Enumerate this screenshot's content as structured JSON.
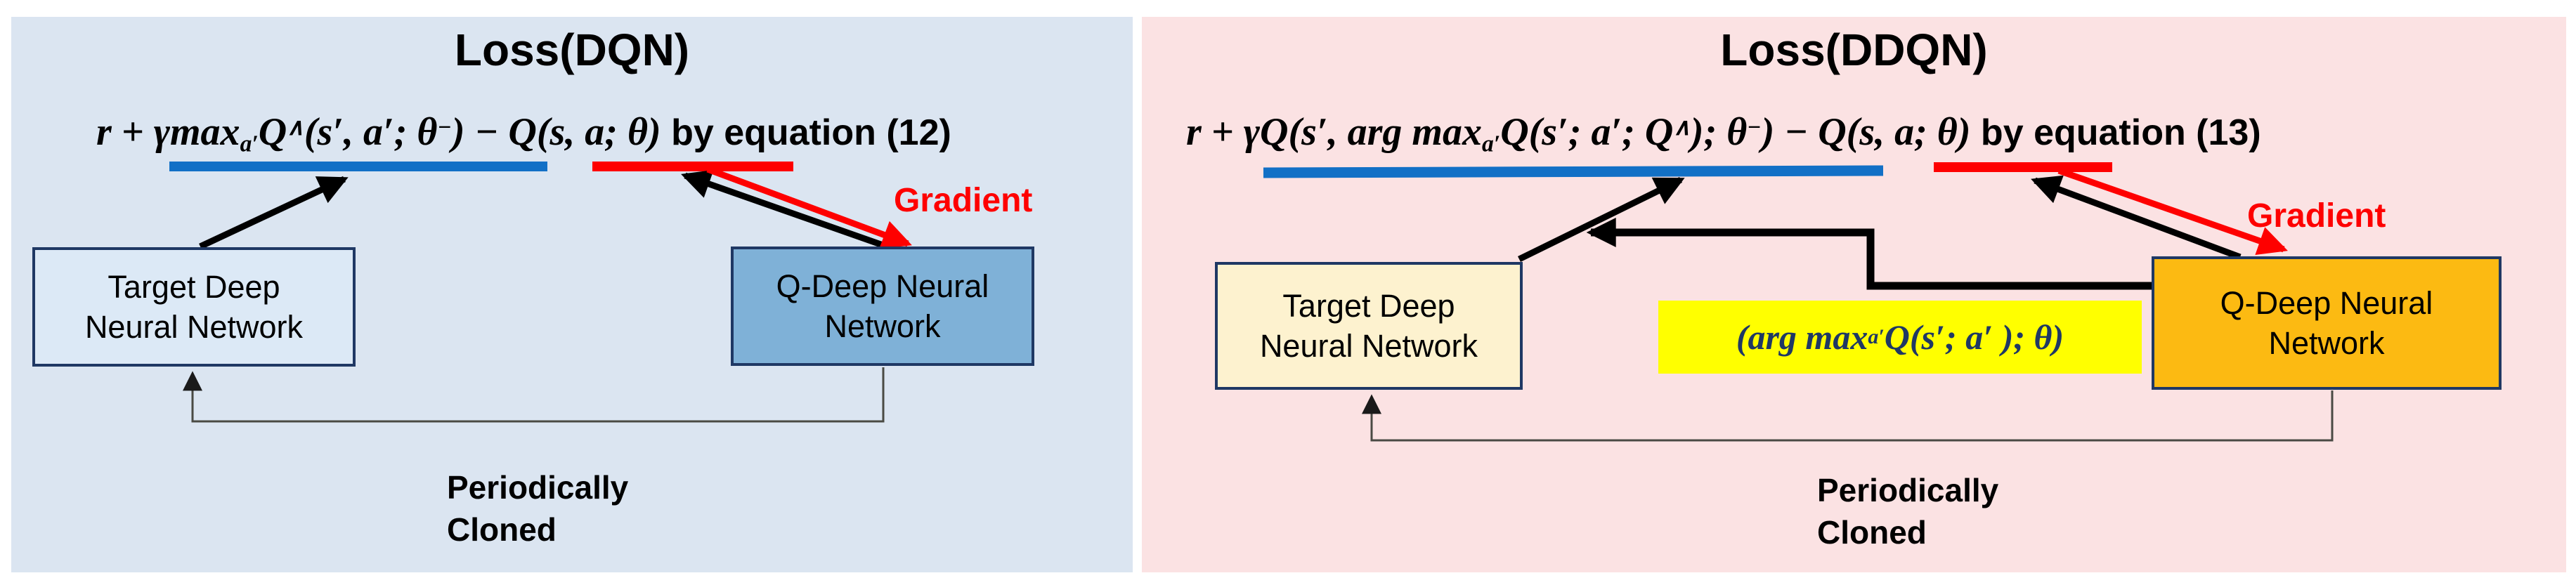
{
  "dqn": {
    "title": "Loss(DQN)",
    "equation": {
      "f1": "r + γmax",
      "sub1": "a′",
      "f2": "Q",
      "sup1": "∧",
      "f3": "(s′, a′; θ",
      "sup2": "−",
      "f4": ") − Q(s, a; θ)",
      "suffix": " by equation (12)"
    },
    "gradient_label": "Gradient",
    "target_box": {
      "line1": "Target Deep",
      "line2": "Neural Network"
    },
    "q_box": {
      "line1": "Q-Deep Neural",
      "line2": "Network"
    },
    "cloned": {
      "line1": "Periodically",
      "line2": "Cloned"
    }
  },
  "ddqn": {
    "title": "Loss(DDQN)",
    "equation": {
      "f1": "r + γQ(s′, arg max",
      "sub1": "a′",
      "f2": "Q(s′; a′; Q",
      "sup1": "∧",
      "f3": "); θ",
      "sup2": "−",
      "f4": ") − Q(s, a; θ)",
      "suffix": " by equation (13)"
    },
    "gradient_label": "Gradient",
    "target_box": {
      "line1": "Target Deep",
      "line2": "Neural Network"
    },
    "q_box": {
      "line1": "Q-Deep Neural",
      "line2": "Network"
    },
    "highlight_formula": {
      "f1": "(arg max",
      "sub1": "a′",
      "f2": "Q(s′; a′ ); θ)"
    },
    "cloned": {
      "line1": "Periodically",
      "line2": "Cloned"
    }
  },
  "colors": {
    "page_bg": "#ffffff",
    "dqn_panel_bg": "#dbe5f1",
    "ddqn_panel_bg": "#fbe2e3",
    "box_border": "#1f3864",
    "dqn_target_fill": "#dce9f6",
    "dqn_q_fill": "#7fb1d7",
    "ddqn_target_fill": "#fdf2cf",
    "ddqn_q_fill": "#fcba12",
    "highlight_fill": "#ffff00",
    "highlight_text": "#1f3864",
    "underline_blue": "#1270c6",
    "accent_red": "#fe0000",
    "text_black": "#000000",
    "connector_gray": "#4a4a44"
  }
}
